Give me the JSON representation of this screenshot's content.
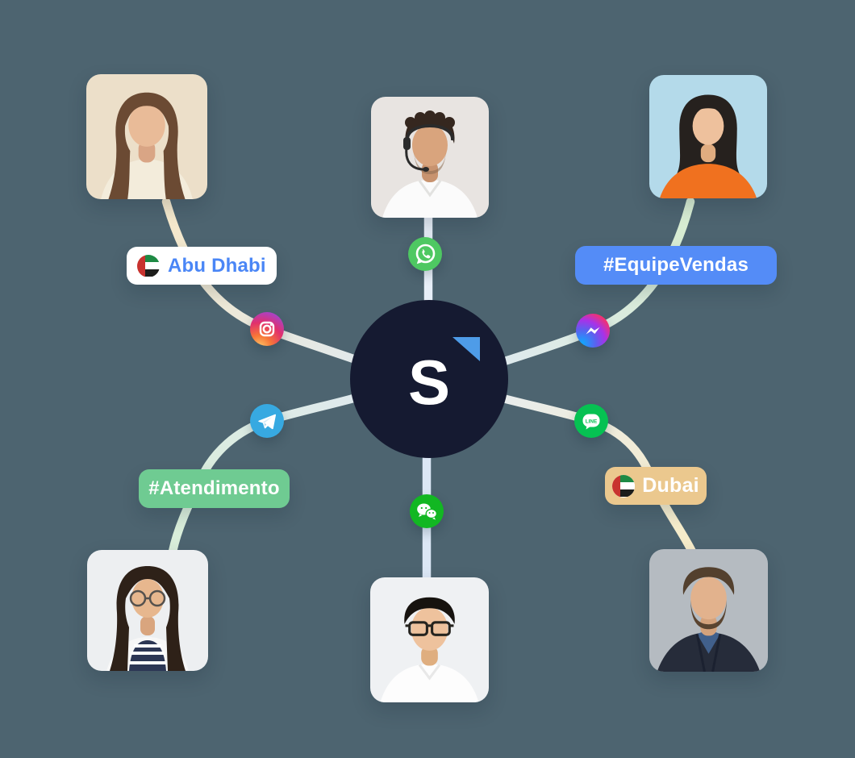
{
  "colors": {
    "background": "#4D6470",
    "hub_circle": "#151A31",
    "hub_arrow": "#4E9CE8",
    "badge_location_text": "#4A86F6",
    "badge_team_sales_bg": "#548CF7",
    "badge_team_support_bg": "#6FCB92",
    "badge_location_dubai_bg": "#EBC88E",
    "whatsapp_green": "#4EC862",
    "telegram_blue": "#37A9E1",
    "line_green": "#06C152",
    "wechat_green": "#12B722"
  },
  "hub": {
    "letter": "S"
  },
  "badges": {
    "abu_dhabi": {
      "label": "Abu Dhabi",
      "flag": "uae-flag"
    },
    "equipe_vendas": {
      "label": "#EquipeVendas"
    },
    "atendimento": {
      "label": "#Atendimento"
    },
    "dubai": {
      "label": "Dubai",
      "flag": "uae-flag"
    }
  },
  "channels": {
    "whatsapp": {
      "name": "WhatsApp"
    },
    "instagram": {
      "name": "Instagram"
    },
    "messenger": {
      "name": "Messenger"
    },
    "telegram": {
      "name": "Telegram"
    },
    "line": {
      "name": "LINE",
      "label": "LINE"
    },
    "wechat": {
      "name": "WeChat"
    }
  },
  "photos": [
    {
      "id": "top-left",
      "desc": "woman with long brown hair, beige background"
    },
    {
      "id": "top-center",
      "desc": "man with curly hair wearing a headset"
    },
    {
      "id": "top-right",
      "desc": "woman with dark bob in orange sweater, light blue background"
    },
    {
      "id": "bottom-left",
      "desc": "woman with glasses and striped top"
    },
    {
      "id": "bottom-center",
      "desc": "man with glasses in white shirt"
    },
    {
      "id": "bottom-right",
      "desc": "man with beard in dark blazer, gray background"
    }
  ]
}
